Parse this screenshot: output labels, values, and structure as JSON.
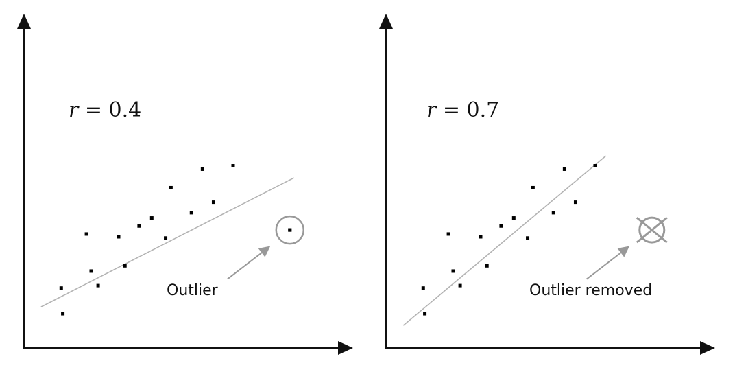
{
  "colors": {
    "axis": "#111111",
    "point": "#000000",
    "trendline": "#b3b3b3",
    "annotation_gray": "#999999",
    "text": "#111111"
  },
  "chart_data": [
    {
      "type": "scatter",
      "title": "",
      "xlabel": "",
      "ylabel": "",
      "xlim": [
        0,
        100
      ],
      "ylim": [
        0,
        100
      ],
      "grid": false,
      "correlation_label": {
        "var": "r",
        "text": " = 0.4"
      },
      "points": [
        {
          "x": 11.8,
          "y": 19.4
        },
        {
          "x": 12.3,
          "y": 11.1
        },
        {
          "x": 19.8,
          "y": 36.9
        },
        {
          "x": 21.3,
          "y": 24.9
        },
        {
          "x": 23.5,
          "y": 20.2
        },
        {
          "x": 30.0,
          "y": 36.0
        },
        {
          "x": 32.0,
          "y": 26.6
        },
        {
          "x": 36.5,
          "y": 39.5
        },
        {
          "x": 40.5,
          "y": 42.1
        },
        {
          "x": 44.9,
          "y": 35.6
        },
        {
          "x": 46.6,
          "y": 51.9
        },
        {
          "x": 53.1,
          "y": 43.8
        },
        {
          "x": 56.6,
          "y": 57.9
        },
        {
          "x": 60.1,
          "y": 47.2
        },
        {
          "x": 66.3,
          "y": 59.0
        },
        {
          "x": 84.3,
          "y": 38.2
        }
      ],
      "trendline": {
        "x": [
          5.4,
          85.6
        ],
        "y": [
          13.3,
          55.1
        ]
      },
      "highlight": {
        "kind": "circle",
        "x": 84.3,
        "y": 38.2
      },
      "annotation": {
        "text": "Outlier",
        "arrow_from": {
          "x": 64.5,
          "y": 22.3
        },
        "arrow_to": {
          "x": 78.1,
          "y": 33.0
        }
      }
    },
    {
      "type": "scatter",
      "title": "",
      "xlabel": "",
      "ylabel": "",
      "xlim": [
        0,
        100
      ],
      "ylim": [
        0,
        100
      ],
      "grid": false,
      "correlation_label": {
        "var": "r",
        "text": " = 0.7"
      },
      "points": [
        {
          "x": 11.8,
          "y": 19.4
        },
        {
          "x": 12.3,
          "y": 11.1
        },
        {
          "x": 19.8,
          "y": 36.9
        },
        {
          "x": 21.3,
          "y": 24.9
        },
        {
          "x": 23.5,
          "y": 20.2
        },
        {
          "x": 30.0,
          "y": 36.0
        },
        {
          "x": 32.0,
          "y": 26.6
        },
        {
          "x": 36.5,
          "y": 39.5
        },
        {
          "x": 40.5,
          "y": 42.1
        },
        {
          "x": 44.9,
          "y": 35.6
        },
        {
          "x": 46.6,
          "y": 51.9
        },
        {
          "x": 53.1,
          "y": 43.8
        },
        {
          "x": 56.6,
          "y": 57.9
        },
        {
          "x": 60.1,
          "y": 47.2
        },
        {
          "x": 66.3,
          "y": 59.0
        }
      ],
      "trendline": {
        "x": [
          5.5,
          69.7
        ],
        "y": [
          7.3,
          62.2
        ]
      },
      "highlight": {
        "kind": "crossed-circle",
        "x": 84.3,
        "y": 38.2
      },
      "annotation": {
        "text": "Outlier removed",
        "arrow_from": {
          "x": 63.6,
          "y": 22.3
        },
        "arrow_to": {
          "x": 77.2,
          "y": 33.0
        }
      }
    }
  ]
}
